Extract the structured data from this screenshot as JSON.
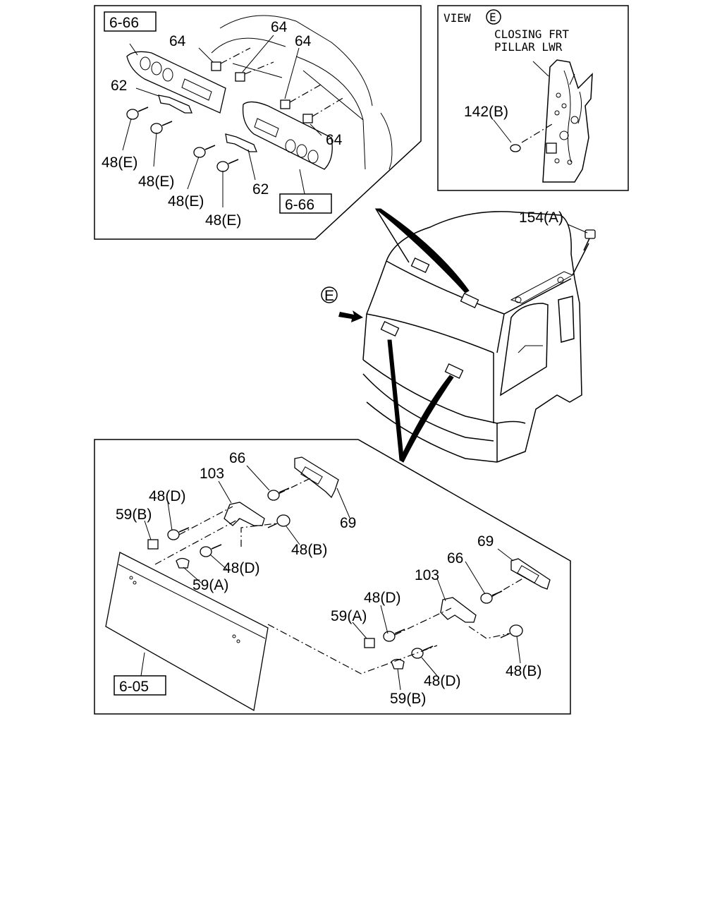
{
  "view_box": {
    "title": "VIEW",
    "marker": "E",
    "caption_line1": "CLOSING FRT",
    "caption_line2": "PILLAR LWR",
    "part_label": "142(B)"
  },
  "top_box": {
    "ref_left": "6-66",
    "ref_right": "6-66",
    "labels": [
      "64",
      "64",
      "64",
      "64",
      "62",
      "62",
      "48(E)",
      "48(E)",
      "48(E)",
      "48(E)"
    ]
  },
  "cab": {
    "view_marker": "E",
    "bolt_label": "154(A)"
  },
  "bottom_box": {
    "ref_panel": "6-05",
    "labels": [
      "66",
      "103",
      "48(D)",
      "59(B)",
      "69",
      "48(B)",
      "48(D)",
      "59(A)",
      "69",
      "66",
      "103",
      "48(D)",
      "59(A)",
      "48(B)",
      "48(D)",
      "59(B)"
    ]
  }
}
